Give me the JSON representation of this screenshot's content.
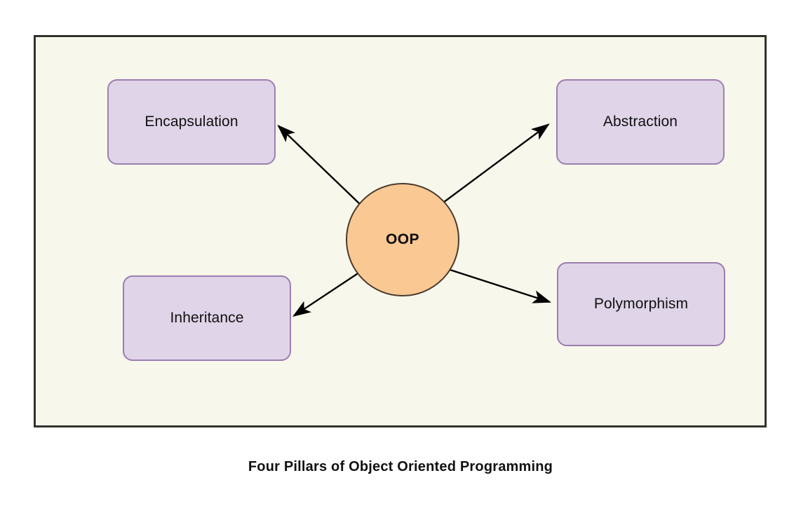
{
  "diagram": {
    "title": "Four Pillars of Object Oriented Programming",
    "type": "hub-and-spoke",
    "center": {
      "label": "OOP",
      "shape": "circle",
      "fill_color": "#F9C893",
      "stroke_color": "#4A3B2E"
    },
    "nodes": [
      {
        "id": "encapsulation",
        "label": "Encapsulation",
        "position": "top-left",
        "fill_color": "#E0D4E8",
        "stroke_color": "#9B7FB0"
      },
      {
        "id": "abstraction",
        "label": "Abstraction",
        "position": "top-right",
        "fill_color": "#E0D4E8",
        "stroke_color": "#9B7FB0"
      },
      {
        "id": "inheritance",
        "label": "Inheritance",
        "position": "bottom-left",
        "fill_color": "#E0D4E8",
        "stroke_color": "#9B7FB0"
      },
      {
        "id": "polymorphism",
        "label": "Polymorphism",
        "position": "bottom-right",
        "fill_color": "#E0D4E8",
        "stroke_color": "#9B7FB0"
      }
    ],
    "edges": [
      {
        "from": "OOP",
        "to": "Encapsulation",
        "arrow": "single",
        "direction": "up-left"
      },
      {
        "from": "OOP",
        "to": "Abstraction",
        "arrow": "single",
        "direction": "up-right"
      },
      {
        "from": "OOP",
        "to": "Inheritance",
        "arrow": "single",
        "direction": "down-left"
      },
      {
        "from": "OOP",
        "to": "Polymorphism",
        "arrow": "single",
        "direction": "down-right"
      }
    ],
    "canvas": {
      "background_color": "#F8F7EC",
      "border_color": "#33332E",
      "page_background_color": "#FFFFFF",
      "arrow_color": "#000000"
    }
  }
}
